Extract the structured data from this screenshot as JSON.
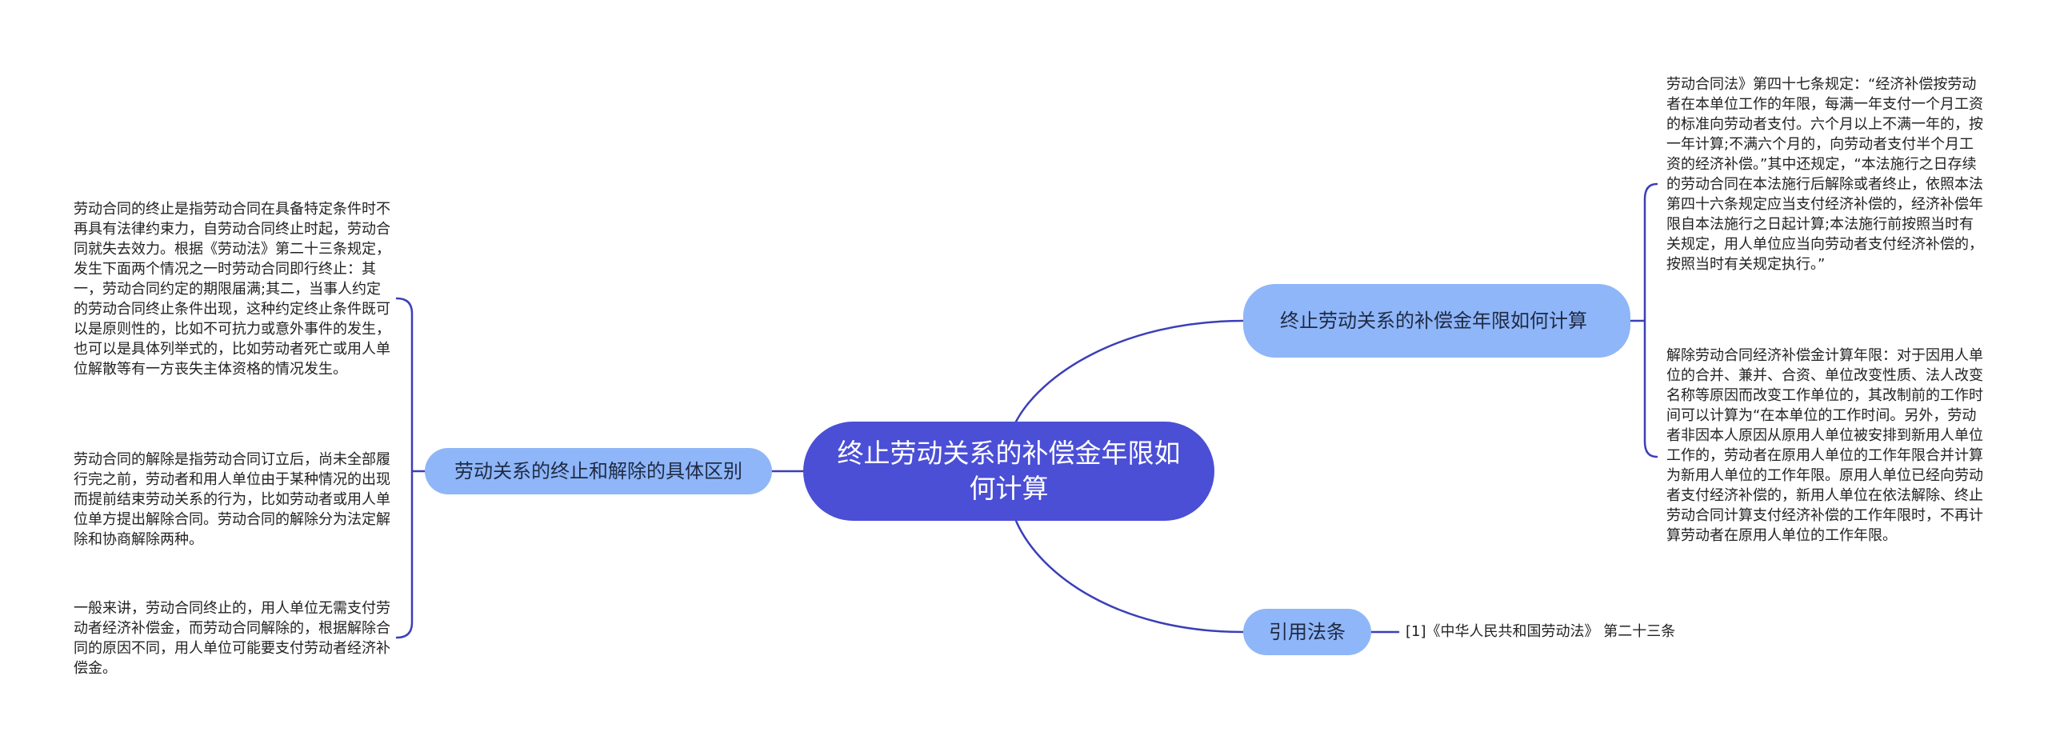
{
  "root": {
    "title": "终止劳动关系的补偿金年限如何计算"
  },
  "branches": {
    "left": {
      "label": "劳动关系的终止和解除的具体区别",
      "leaves": [
        "劳动合同的终止是指劳动合同在具备特定条件时不再具有法律约束力，自劳动合同终止时起，劳动合同就失去效力。根据《劳动法》第二十三条规定，发生下面两个情况之一时劳动合同即行终止：其一，劳动合同约定的期限届满;其二，当事人约定的劳动合同终止条件出现，这种约定终止条件既可以是原则性的，比如不可抗力或意外事件的发生，也可以是具体列举式的，比如劳动者死亡或用人单位解散等有一方丧失主体资格的情况发生。",
        "劳动合同的解除是指劳动合同订立后，尚未全部履行完之前，劳动者和用人单位由于某种情况的出现而提前结束劳动关系的行为，比如劳动者或用人单位单方提出解除合同。劳动合同的解除分为法定解除和协商解除两种。",
        "一般来讲，劳动合同终止的，用人单位无需支付劳动者经济补偿金，而劳动合同解除的，根据解除合同的原因不同，用人单位可能要支付劳动者经济补偿金。"
      ]
    },
    "right": {
      "label": "终止劳动关系的补偿金年限如何计算",
      "leaves": [
        "劳动合同法》第四十七条规定：“经济补偿按劳动者在本单位工作的年限，每满一年支付一个月工资的标准向劳动者支付。六个月以上不满一年的，按一年计算;不满六个月的，向劳动者支付半个月工资的经济补偿。”其中还规定，“本法施行之日存续的劳动合同在本法施行后解除或者终止，依照本法第四十六条规定应当支付经济补偿的，经济补偿年限自本法施行之日起计算;本法施行前按照当时有关规定，用人单位应当向劳动者支付经济补偿的，按照当时有关规定执行。”",
        "解除劳动合同经济补偿金计算年限：对于因用人单位的合并、兼并、合资、单位改变性质、法人改变名称等原因而改变工作单位的，其改制前的工作时间可以计算为“在本单位的工作时间。另外，劳动者非因本人原因从原用人单位被安排到新用人单位工作的，劳动者在原用人单位的工作年限合并计算为新用人单位的工作年限。原用人单位已经向劳动者支付经济补偿的，新用人单位在依法解除、终止劳动合同计算支付经济补偿的工作年限时，不再计算劳动者在原用人单位的工作年限。"
      ]
    },
    "reference": {
      "label": "引用法条",
      "leaves": [
        "[1]《中华人民共和国劳动法》 第二十三条"
      ]
    }
  },
  "colors": {
    "root_fill": "#4b4fd6",
    "branch_fill": "#8fb6f8",
    "connector": "#3b3fb8",
    "text": "#222222"
  }
}
